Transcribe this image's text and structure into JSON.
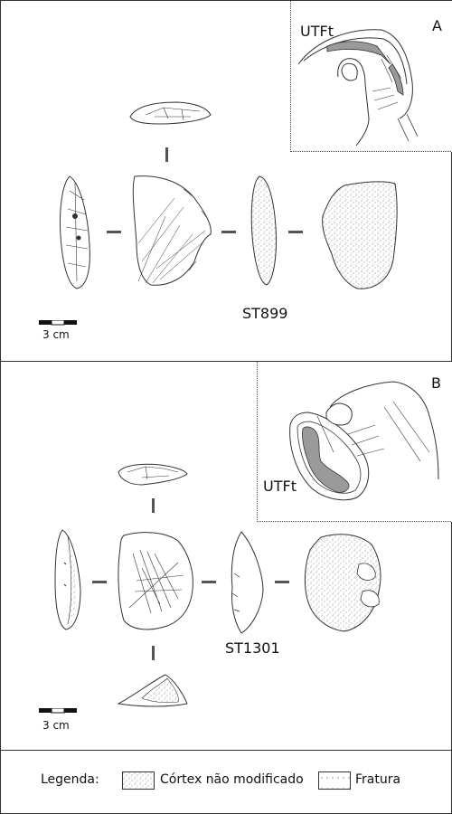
{
  "panel_a": {
    "letter": "A",
    "inset_label": "UTFt",
    "specimen_label": "ST899",
    "scale_label": "3 cm"
  },
  "panel_b": {
    "letter": "B",
    "inset_label": "UTFt",
    "specimen_label": "ST1301",
    "scale_label": "3 cm"
  },
  "legend": {
    "title": "Legenda:",
    "items": [
      {
        "label": "Córtex não modificado",
        "pattern": "stipple"
      },
      {
        "label": "Fratura",
        "pattern": "dots-sparse"
      }
    ]
  },
  "colors": {
    "line": "#333333",
    "shade": "#9a9a9a",
    "stipple": "#555555"
  }
}
